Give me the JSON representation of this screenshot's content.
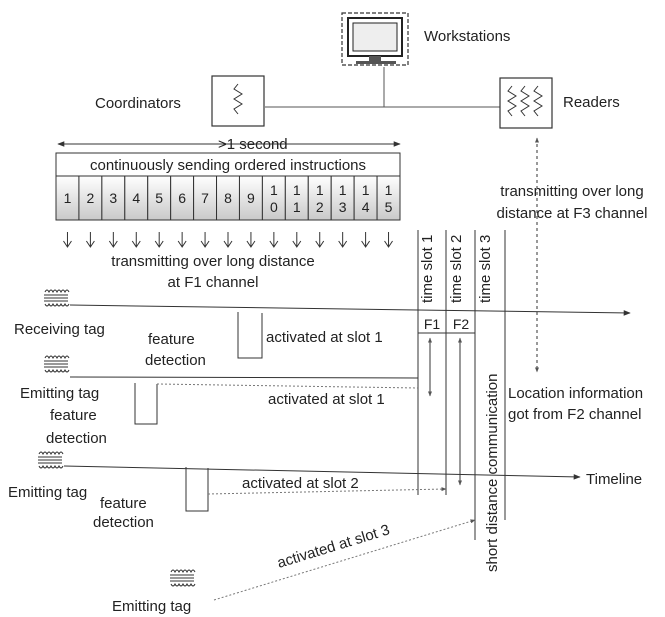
{
  "top": {
    "workstations": "Workstations",
    "coordinators": "Coordinators",
    "readers": "Readers"
  },
  "sequence": {
    "duration": ">1 second",
    "header": "continuously sending ordered instructions",
    "cells": [
      [
        "1"
      ],
      [
        "2"
      ],
      [
        "3"
      ],
      [
        "4"
      ],
      [
        "5"
      ],
      [
        "6"
      ],
      [
        "7"
      ],
      [
        "8"
      ],
      [
        "9"
      ],
      [
        "1",
        "0"
      ],
      [
        "1",
        "1"
      ],
      [
        "1",
        "2"
      ],
      [
        "1",
        "3"
      ],
      [
        "1",
        "4"
      ],
      [
        "1",
        "5"
      ]
    ],
    "f1_caption": [
      "transmitting over long distance",
      "at F1 channel"
    ]
  },
  "f3_caption": [
    "transmitting over long",
    "distance at F3 channel"
  ],
  "slots": {
    "labels": [
      "time slot 1",
      "time slot 2",
      "time slot 3"
    ],
    "channels": [
      "F1",
      "F2"
    ],
    "short_comm": "short distance communication"
  },
  "location_caption": [
    "Location information",
    "got from F2 channel"
  ],
  "timeline_label": "Timeline",
  "tags": [
    {
      "name": "Receiving tag",
      "detect": [
        "feature",
        "detection"
      ],
      "activation": "activated at slot 1"
    },
    {
      "name": "Emitting tag",
      "detect": [
        "feature",
        "detection"
      ],
      "activation": "activated at slot 1"
    },
    {
      "name": "Emitting tag",
      "detect": [
        "feature",
        "detection"
      ],
      "activation": "activated at slot 2"
    },
    {
      "name": "Emitting tag",
      "activation": "activated at slot 3"
    }
  ]
}
